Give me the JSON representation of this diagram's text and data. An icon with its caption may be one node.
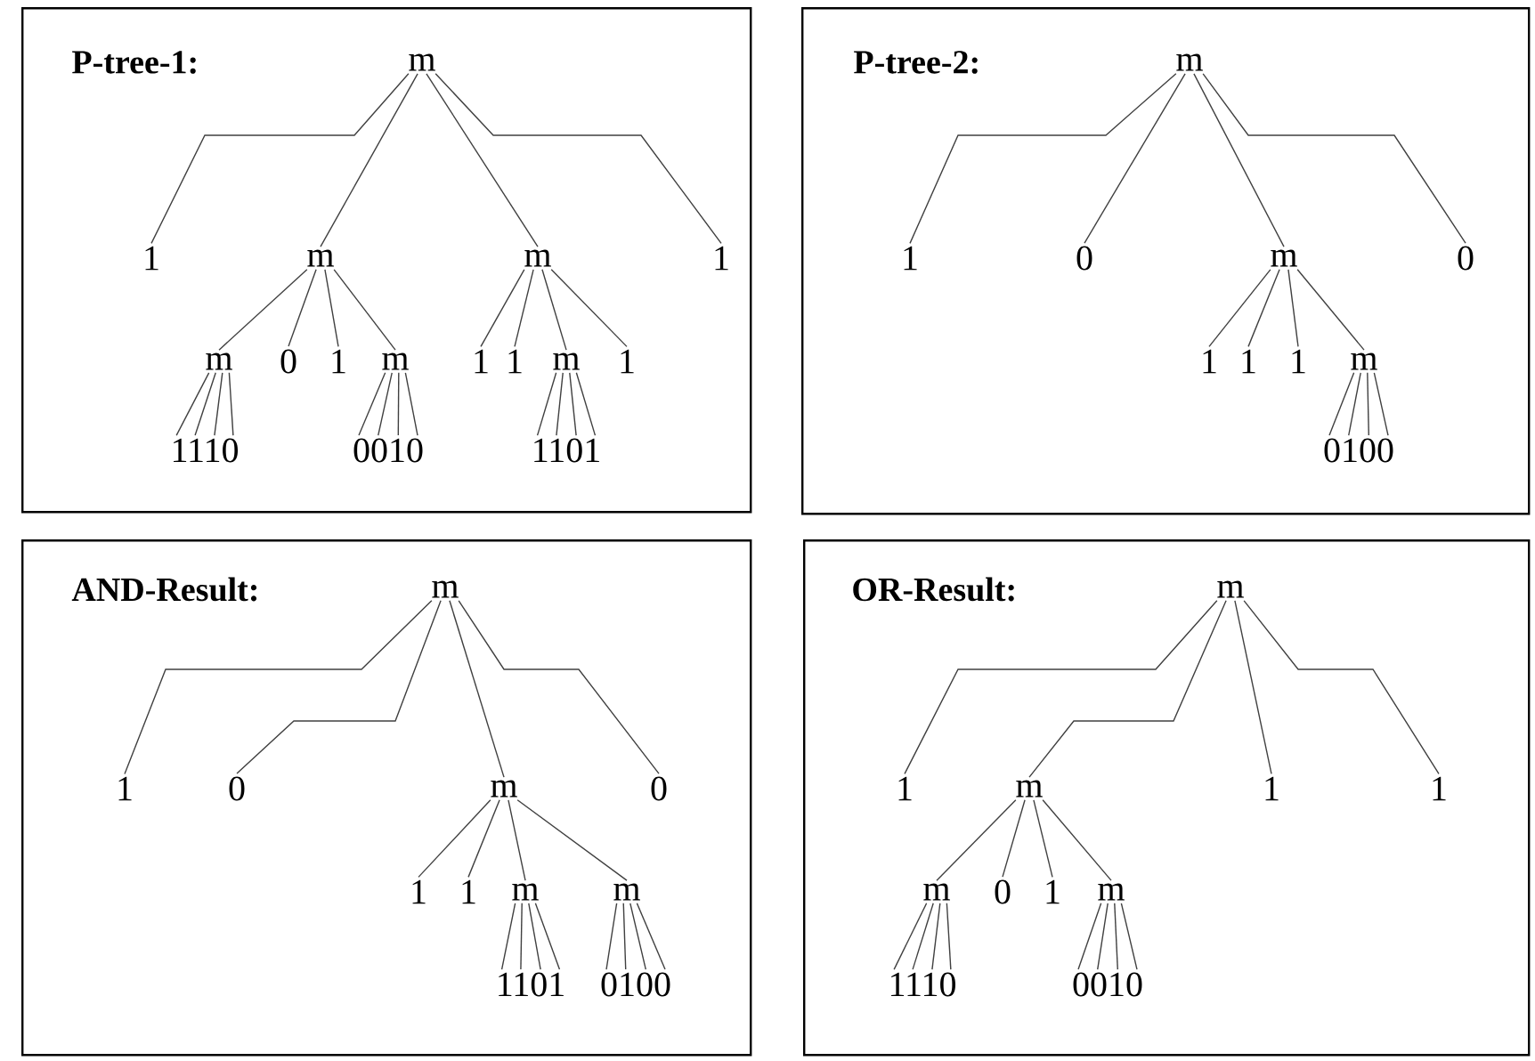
{
  "diagram": {
    "nodes": [
      {
        "text": [
          "P-tree-1:"
        ]
      },
      {
        "text": [
          "m"
        ],
        "in": 0
      },
      {
        "text": [
          "1"
        ],
        "in": 0
      },
      {
        "text": [
          "m"
        ],
        "in": 0
      },
      {
        "text": [
          "m"
        ],
        "in": 0
      },
      {
        "text": [
          "1"
        ],
        "in": 0
      },
      {
        "text": [
          "m"
        ],
        "in": 0
      },
      {
        "text": [
          "0"
        ],
        "in": 0
      },
      {
        "text": [
          "1"
        ],
        "in": 0
      },
      {
        "text": [
          "m"
        ],
        "in": 0
      },
      {
        "text": [
          "1"
        ],
        "in": 0
      },
      {
        "text": [
          "1"
        ],
        "in": 0
      },
      {
        "text": [
          "m"
        ],
        "in": 0
      },
      {
        "text": [
          "1"
        ],
        "in": 0
      },
      {
        "text": [
          "1110"
        ],
        "in": 0
      },
      {
        "text": [
          "0010"
        ],
        "in": 0
      },
      {
        "text": [
          "1101"
        ],
        "in": 0
      },
      {
        "text": [
          "P-tree-2:"
        ]
      },
      {
        "text": [
          "m"
        ],
        "in": 17
      },
      {
        "text": [
          "1"
        ],
        "in": 17
      },
      {
        "text": [
          "0"
        ],
        "in": 17
      },
      {
        "text": [
          "m"
        ],
        "in": 17
      },
      {
        "text": [
          "0"
        ],
        "in": 17
      },
      {
        "text": [
          "1"
        ],
        "in": 17
      },
      {
        "text": [
          "1"
        ],
        "in": 17
      },
      {
        "text": [
          "1"
        ],
        "in": 17
      },
      {
        "text": [
          "m"
        ],
        "in": 17
      },
      {
        "text": [
          "0100"
        ],
        "in": 17
      },
      {
        "text": [
          "AND-Result:"
        ]
      },
      {
        "text": [
          "m"
        ],
        "in": 28
      },
      {
        "text": [
          "1"
        ],
        "in": 28
      },
      {
        "text": [
          "0"
        ],
        "in": 28
      },
      {
        "text": [
          "m"
        ],
        "in": 28
      },
      {
        "text": [
          "0"
        ],
        "in": 28
      },
      {
        "text": [
          "1"
        ],
        "in": 28
      },
      {
        "text": [
          "1"
        ],
        "in": 28
      },
      {
        "text": [
          "m"
        ],
        "in": 28
      },
      {
        "text": [
          "m"
        ],
        "in": 28
      },
      {
        "text": [
          "1101"
        ],
        "in": 28
      },
      {
        "text": [
          "0100"
        ],
        "in": 28
      },
      {
        "text": [
          "OR-Result:"
        ]
      },
      {
        "text": [
          "m"
        ],
        "in": 40
      },
      {
        "text": [
          "1"
        ],
        "in": 40
      },
      {
        "text": [
          "m"
        ],
        "in": 40
      },
      {
        "text": [
          "1"
        ],
        "in": 40
      },
      {
        "text": [
          "1"
        ],
        "in": 40
      },
      {
        "text": [
          "m"
        ],
        "in": 40
      },
      {
        "text": [
          "0"
        ],
        "in": 40
      },
      {
        "text": [
          "1"
        ],
        "in": 40
      },
      {
        "text": [
          "m"
        ],
        "in": 40
      },
      {
        "text": [
          "1110"
        ],
        "in": 40
      },
      {
        "text": [
          "0010"
        ],
        "in": 40
      }
    ],
    "edges": [
      {
        "from": 1,
        "to": 2,
        "arrow": "none"
      },
      {
        "from": 1,
        "to": 3,
        "arrow": "none"
      },
      {
        "from": 1,
        "to": 4,
        "arrow": "none"
      },
      {
        "from": 1,
        "to": 5,
        "arrow": "none"
      },
      {
        "from": 3,
        "to": 6,
        "arrow": "none"
      },
      {
        "from": 3,
        "to": 7,
        "arrow": "none"
      },
      {
        "from": 3,
        "to": 8,
        "arrow": "none"
      },
      {
        "from": 3,
        "to": 9,
        "arrow": "none"
      },
      {
        "from": 4,
        "to": 10,
        "arrow": "none"
      },
      {
        "from": 4,
        "to": 11,
        "arrow": "none"
      },
      {
        "from": 4,
        "to": 12,
        "arrow": "none"
      },
      {
        "from": 4,
        "to": 13,
        "arrow": "none"
      },
      {
        "from": 6,
        "to": 14,
        "arrow": "none"
      },
      {
        "from": 6,
        "to": 14,
        "arrow": "none"
      },
      {
        "from": 6,
        "to": 14,
        "arrow": "none"
      },
      {
        "from": 6,
        "to": 14,
        "arrow": "none"
      },
      {
        "from": 9,
        "to": 15,
        "arrow": "none"
      },
      {
        "from": 9,
        "to": 15,
        "arrow": "none"
      },
      {
        "from": 9,
        "to": 15,
        "arrow": "none"
      },
      {
        "from": 9,
        "to": 15,
        "arrow": "none"
      },
      {
        "from": 12,
        "to": 16,
        "arrow": "none"
      },
      {
        "from": 12,
        "to": 16,
        "arrow": "none"
      },
      {
        "from": 12,
        "to": 16,
        "arrow": "none"
      },
      {
        "from": 12,
        "to": 16,
        "arrow": "none"
      },
      {
        "from": 18,
        "to": 19,
        "arrow": "none"
      },
      {
        "from": 18,
        "to": 20,
        "arrow": "none"
      },
      {
        "from": 18,
        "to": 21,
        "arrow": "none"
      },
      {
        "from": 18,
        "to": 22,
        "arrow": "none"
      },
      {
        "from": 21,
        "to": 23,
        "arrow": "none"
      },
      {
        "from": 21,
        "to": 24,
        "arrow": "none"
      },
      {
        "from": 21,
        "to": 25,
        "arrow": "none"
      },
      {
        "from": 21,
        "to": 26,
        "arrow": "none"
      },
      {
        "from": 26,
        "to": 27,
        "arrow": "none"
      },
      {
        "from": 26,
        "to": 27,
        "arrow": "none"
      },
      {
        "from": 26,
        "to": 27,
        "arrow": "none"
      },
      {
        "from": 26,
        "to": 27,
        "arrow": "none"
      },
      {
        "from": 29,
        "to": 30,
        "arrow": "none"
      },
      {
        "from": 29,
        "to": 31,
        "arrow": "none"
      },
      {
        "from": 29,
        "to": 32,
        "arrow": "none"
      },
      {
        "from": 29,
        "to": 33,
        "arrow": "none"
      },
      {
        "from": 32,
        "to": 34,
        "arrow": "none"
      },
      {
        "from": 32,
        "to": 35,
        "arrow": "none"
      },
      {
        "from": 32,
        "to": 36,
        "arrow": "none"
      },
      {
        "from": 32,
        "to": 37,
        "arrow": "none"
      },
      {
        "from": 36,
        "to": 38,
        "arrow": "none"
      },
      {
        "from": 36,
        "to": 38,
        "arrow": "none"
      },
      {
        "from": 36,
        "to": 38,
        "arrow": "none"
      },
      {
        "from": 36,
        "to": 38,
        "arrow": "none"
      },
      {
        "from": 37,
        "to": 39,
        "arrow": "none"
      },
      {
        "from": 37,
        "to": 39,
        "arrow": "none"
      },
      {
        "from": 37,
        "to": 39,
        "arrow": "none"
      },
      {
        "from": 37,
        "to": 39,
        "arrow": "none"
      },
      {
        "from": 41,
        "to": 42,
        "arrow": "none"
      },
      {
        "from": 41,
        "to": 43,
        "arrow": "none"
      },
      {
        "from": 41,
        "to": 44,
        "arrow": "none"
      },
      {
        "from": 41,
        "to": 45,
        "arrow": "none"
      },
      {
        "from": 43,
        "to": 46,
        "arrow": "none"
      },
      {
        "from": 43,
        "to": 47,
        "arrow": "none"
      },
      {
        "from": 43,
        "to": 48,
        "arrow": "none"
      },
      {
        "from": 43,
        "to": 49,
        "arrow": "none"
      },
      {
        "from": 46,
        "to": 50,
        "arrow": "none"
      },
      {
        "from": 46,
        "to": 50,
        "arrow": "none"
      },
      {
        "from": 46,
        "to": 50,
        "arrow": "none"
      },
      {
        "from": 46,
        "to": 50,
        "arrow": "none"
      },
      {
        "from": 49,
        "to": 51,
        "arrow": "none"
      },
      {
        "from": 49,
        "to": 51,
        "arrow": "none"
      },
      {
        "from": 49,
        "to": 51,
        "arrow": "none"
      },
      {
        "from": 49,
        "to": 51,
        "arrow": "none"
      }
    ]
  }
}
